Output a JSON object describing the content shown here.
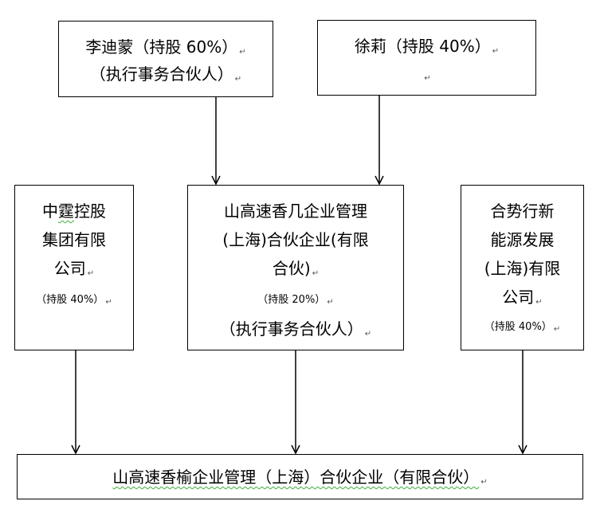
{
  "nodes": {
    "li_dimeng": {
      "line1": "李迪蒙（持股 60%）",
      "line2": "（执行事务合伙人）"
    },
    "xu_li": {
      "line1": "徐莉（持股 40%）"
    },
    "zhongting": {
      "line1": "中霆控股",
      "line2": "集团有限",
      "line3": "公司",
      "share": "（持股 40%）"
    },
    "shangaosu_xiangji": {
      "line1": "山高速香几企业管理",
      "line2": "(上海)合伙企业(有限",
      "line3": "合伙)",
      "share": "（持股 20%）",
      "role": "（执行事务合伙人）"
    },
    "heshixing": {
      "line1": "合势行新",
      "line2": "能源发展",
      "line3": "(上海)有限",
      "line4": "公司",
      "share": "（持股 40%）"
    },
    "target": {
      "line1": "山高速香榆企业管理（上海）合伙企业（有限合伙）"
    }
  },
  "marks": {
    "paragraph_mark": "↵"
  }
}
